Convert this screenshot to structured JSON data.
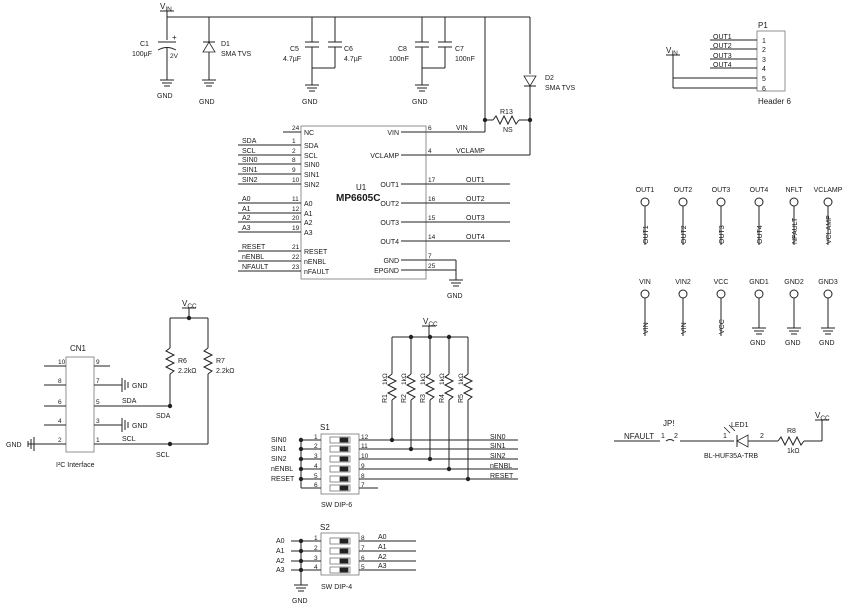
{
  "power": {
    "vin": "V",
    "vin_sub": "IN",
    "vcc": "V",
    "vcc_sub": "CC",
    "gnd": "GND"
  },
  "caps": {
    "c1": "C1",
    "c1_val": "100µF",
    "c1_plus": "+",
    "c1_num": "2V",
    "c5": "C5",
    "c5_val": "4.7µF",
    "c6": "C6",
    "c6_val": "4.7µF",
    "c8": "C8",
    "c8_val": "100nF",
    "c7": "C7",
    "c7_val": "100nF"
  },
  "diodes": {
    "d1": "D1",
    "d1_val": "SMA TVS",
    "d2": "D2",
    "d2_val": "SMA TVS"
  },
  "r13": {
    "name": "R13",
    "val": "NS"
  },
  "u1": {
    "name": "U1",
    "part": "MP6605C",
    "left_pins": [
      {
        "num": "24",
        "label": "NC",
        "net": ""
      },
      {
        "num": "1",
        "label": "SDA",
        "net": "SDA"
      },
      {
        "num": "2",
        "label": "SCL",
        "net": "SCL"
      },
      {
        "num": "8",
        "label": "SIN0",
        "net": "SIN0"
      },
      {
        "num": "9",
        "label": "SIN1",
        "net": "SIN1"
      },
      {
        "num": "10",
        "label": "SIN2",
        "net": "SIN2"
      },
      {
        "num": "11",
        "label": "A0",
        "net": "A0"
      },
      {
        "num": "12",
        "label": "A1",
        "net": "A1"
      },
      {
        "num": "20",
        "label": "A2",
        "net": "A2"
      },
      {
        "num": "19",
        "label": "A3",
        "net": "A3"
      },
      {
        "num": "21",
        "label": "RESET",
        "net": "RESET"
      },
      {
        "num": "22",
        "label": "nENBL",
        "net": "nENBL"
      },
      {
        "num": "23",
        "label": "nFAULT",
        "net": "NFAULT"
      }
    ],
    "right_pins": [
      {
        "num": "6",
        "label": "VIN",
        "net": "VIN"
      },
      {
        "num": "4",
        "label": "VCLAMP",
        "net": "VCLAMP"
      },
      {
        "num": "17",
        "label": "OUT1",
        "net": "OUT1"
      },
      {
        "num": "16",
        "label": "OUT2",
        "net": "OUT2"
      },
      {
        "num": "15",
        "label": "OUT3",
        "net": "OUT3"
      },
      {
        "num": "14",
        "label": "OUT4",
        "net": "OUT4"
      },
      {
        "num": "7",
        "label": "GND",
        "net": ""
      },
      {
        "num": "25",
        "label": "EPGND",
        "net": ""
      }
    ]
  },
  "p1": {
    "name": "P1",
    "label": "Header 6",
    "nets": [
      "OUT1",
      "OUT2",
      "OUT3",
      "OUT4",
      "",
      ""
    ],
    "pins": [
      "1",
      "2",
      "3",
      "4",
      "5",
      "6"
    ]
  },
  "test_points": {
    "row1_top": [
      "OUT1",
      "OUT2",
      "OUT3",
      "OUT4",
      "NFLT",
      "VCLAMP"
    ],
    "row1_net": [
      "OUT1",
      "OUT2",
      "OUT3",
      "OUT4",
      "NFAULT",
      "VCLAMP"
    ],
    "row2_top": [
      "VIN",
      "VIN2",
      "VCC",
      "GND1",
      "GND2",
      "GND3"
    ],
    "row2_net": [
      "VIN",
      "VIN",
      "VCC"
    ]
  },
  "cn1": {
    "name": "CN1",
    "label": "I²C Interface",
    "gnd_left": "GND",
    "left_pins": [
      "10",
      "8",
      "6",
      "4",
      "2"
    ],
    "right_pins": [
      "9",
      "7",
      "5",
      "3",
      "1"
    ],
    "right_labels": [
      "",
      "GND",
      "SDA",
      "GND",
      "SCL"
    ],
    "net_sda": "SDA",
    "net_scl": "SCL"
  },
  "pullups": {
    "r6": "R6",
    "r6_val": "2.2kΩ",
    "r7": "R7",
    "r7_val": "2.2kΩ"
  },
  "rnet": [
    {
      "name": "R1",
      "val": "1kΩ"
    },
    {
      "name": "R2",
      "val": "1kΩ"
    },
    {
      "name": "R3",
      "val": "1kΩ"
    },
    {
      "name": "R4",
      "val": "1kΩ"
    },
    {
      "name": "R5",
      "val": "1kΩ"
    }
  ],
  "s1": {
    "name": "S1",
    "label": "SW  DIP-6",
    "left_nets": [
      "SIN0",
      "SIN1",
      "SIN2",
      "nENBL",
      "RESET",
      ""
    ],
    "left_pins": [
      "1",
      "2",
      "3",
      "4",
      "5",
      "6"
    ],
    "right_pins": [
      "12",
      "11",
      "10",
      "9",
      "8",
      "7"
    ],
    "right_nets": [
      "SIN0",
      "SIN1",
      "SIN2",
      "nENBL",
      "RESET",
      ""
    ]
  },
  "s2": {
    "name": "S2",
    "label": "SW  DIP-4",
    "left_nets": [
      "A0",
      "A1",
      "A2",
      "A3"
    ],
    "left_pins": [
      "1",
      "2",
      "3",
      "4"
    ],
    "right_pins": [
      "8",
      "7",
      "6",
      "5"
    ],
    "right_nets": [
      "A0",
      "A1",
      "A2",
      "A3"
    ]
  },
  "led": {
    "jp": "JP!",
    "net": "NFAULT",
    "jp_pin1": "1",
    "jp_pin2": "2",
    "led_name": "LED1",
    "led_part": "BL-HUF35A-TRB",
    "led_pin1": "1",
    "led_pin2": "2",
    "r8": "R8",
    "r8_val": "1kΩ"
  }
}
